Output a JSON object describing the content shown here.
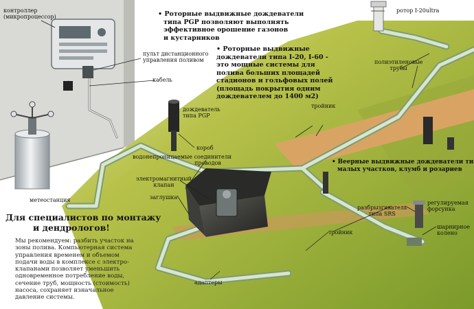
{
  "labels": {
    "controller": [
      "контроллер",
      "(микропроцессор)"
    ],
    "remote": [
      "пульт дистанционного",
      "управления поливом"
    ],
    "cable": "кабель",
    "pgp": [
      "дождеватель",
      "типа PGP"
    ],
    "box": "короб",
    "waterproof": [
      "водонепроницаемые соединители",
      "проводов"
    ],
    "solenoid": [
      "электромагнитный",
      "клапан"
    ],
    "plug": "заглушка",
    "weather": "метеостанция",
    "adapters": "адаптеры",
    "tee_top": "тройник",
    "tee_bottom": "тройник",
    "rotor": "ротор I-20ultra",
    "pipes": [
      "полиэтиленовые",
      "трубы"
    ],
    "srs_sprayer": [
      "разбрызгиватель",
      "типа SRS"
    ],
    "nozzle": [
      "регулируемая",
      "форсунка"
    ],
    "elbow": [
      "шарнирное",
      "колено"
    ]
  },
  "notes": {
    "pgp": [
      "• Роторные выдвижные дождеватели",
      "типа PGP позволяют выполнять",
      "эффективное орошение газонов",
      "и кустарников"
    ],
    "i20": [
      "• Роторные выдвижные",
      "дождеватели типа I-20, I-60 -",
      "это мощные системы для",
      "полива больших площадей",
      "стадионов и гольфовых полей",
      "(площадь покрытия одним",
      "дождевателем до 1400 м2)"
    ],
    "srs": [
      "• Веерные выдвижные дождеватели типа SRS предназначены для орошения",
      "малых участков, клумб и розариев"
    ]
  },
  "section_title": [
    "Для специалистов по монтажу",
    "и дендрологов!"
  ],
  "recommendation": [
    "Мы рекомендуем: разбить участок на",
    "зоны полива. Компьютерная система",
    "управления временем и объемом",
    "подачи воды в комплексе с электро-",
    "клапанами позволяет уменьшить",
    "одновременное потребление воды,",
    "сечение труб, мощность (стоимость)",
    "насоса, сохраняет изначальное",
    "давление системы."
  ],
  "colors": {
    "grass": "#b8c24a",
    "soil": "#d9a463",
    "pipe": "#c9dcc0",
    "wall": "#d9d9d5",
    "box": "#3a3a38",
    "controller": "#e4e6e7"
  }
}
